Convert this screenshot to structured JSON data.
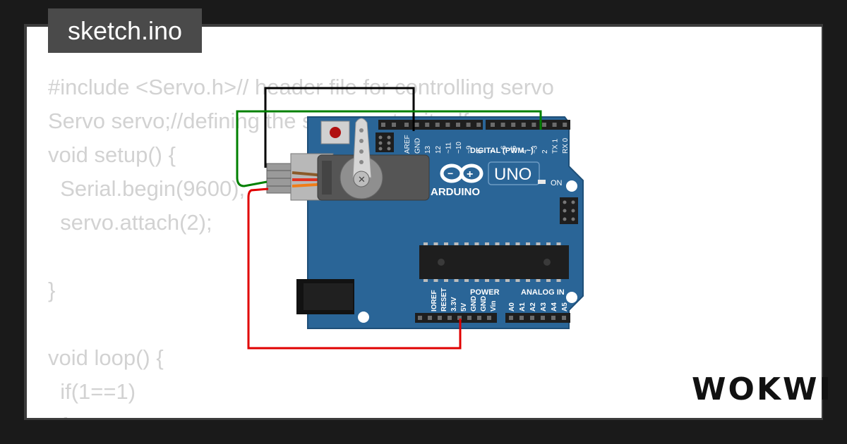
{
  "title_tab": {
    "label": "sketch.ino"
  },
  "code_lines": [
    "#include <Servo.h>// header file for controlling servo",
    "Servo servo;//defining the servo motor itself",
    "void setup() {",
    "  Serial.begin(9600);",
    "  servo.attach(2);",
    "",
    "}",
    "",
    "void loop() {",
    "  if(1==1)",
    "  {"
  ],
  "brand": {
    "logo_text": "WOKWI"
  },
  "board": {
    "model_label": "UNO",
    "name_label": "ARDUINO",
    "on_label": "ON",
    "digital_label": "DIGITAL (PWM ~)",
    "power_label": "POWER",
    "analog_label": "ANALOG IN",
    "digital_pins": [
      "AREF",
      "GND",
      "13",
      "12",
      "~11",
      "~10",
      "~9",
      "8",
      "7",
      "~6",
      "~5",
      "4",
      "~3",
      "2",
      "TX 1",
      "RX 0"
    ],
    "power_pins": [
      "IOREF",
      "RESET",
      "3.3V",
      "5V",
      "GND",
      "GND",
      "Vin"
    ],
    "analog_pins": [
      "A0",
      "A1",
      "A2",
      "A3",
      "A4",
      "A5"
    ]
  },
  "wires": {
    "colors": {
      "ground": "#000000",
      "signal": "#008000",
      "power": "#e00000"
    }
  },
  "colors": {
    "board_blue": "#2a6597",
    "background": "#1a1a1a",
    "panel": "#ffffff",
    "code_text": "#d2d2d2"
  }
}
